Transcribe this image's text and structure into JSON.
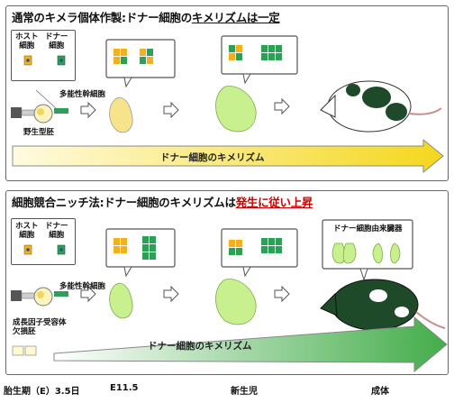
{
  "panel1": {
    "title_a": "通常のキメラ個体作製:ドナー細胞の",
    "title_b": "キメリズムは一定",
    "host_label": "ホスト\n細胞",
    "donor_label": "ドナー\n細胞",
    "stem_label": "多能性幹細胞",
    "embryo_label": "野生型胚",
    "arrow_text": "ドナー細胞のキメリズム"
  },
  "panel2": {
    "title_a": "細胞競合ニッチ法:ドナー細胞のキメリズムは",
    "title_b": "発生に従い上昇",
    "host_label": "ホスト\n細胞",
    "donor_label": "ドナー\n細胞",
    "stem_label": "多能性幹細胞",
    "embryo_label": "成長因子受容体\n欠損胚",
    "arrow_text": "ドナー細胞のキメリズム",
    "organ_label": "ドナー細胞由来臓器"
  },
  "timeline": {
    "stage1": "胎生期（E）3.5日",
    "stage2": "E11.5",
    "stage3": "新生児",
    "stage4": "成体"
  },
  "colors": {
    "host": "#f2b01e",
    "donor": "#2f9e57",
    "arrow_light": "#fffbe0",
    "arrow_yellow": "#f4d71c",
    "arrow_green": "#43ad4a",
    "pup": "#c9f08e"
  }
}
